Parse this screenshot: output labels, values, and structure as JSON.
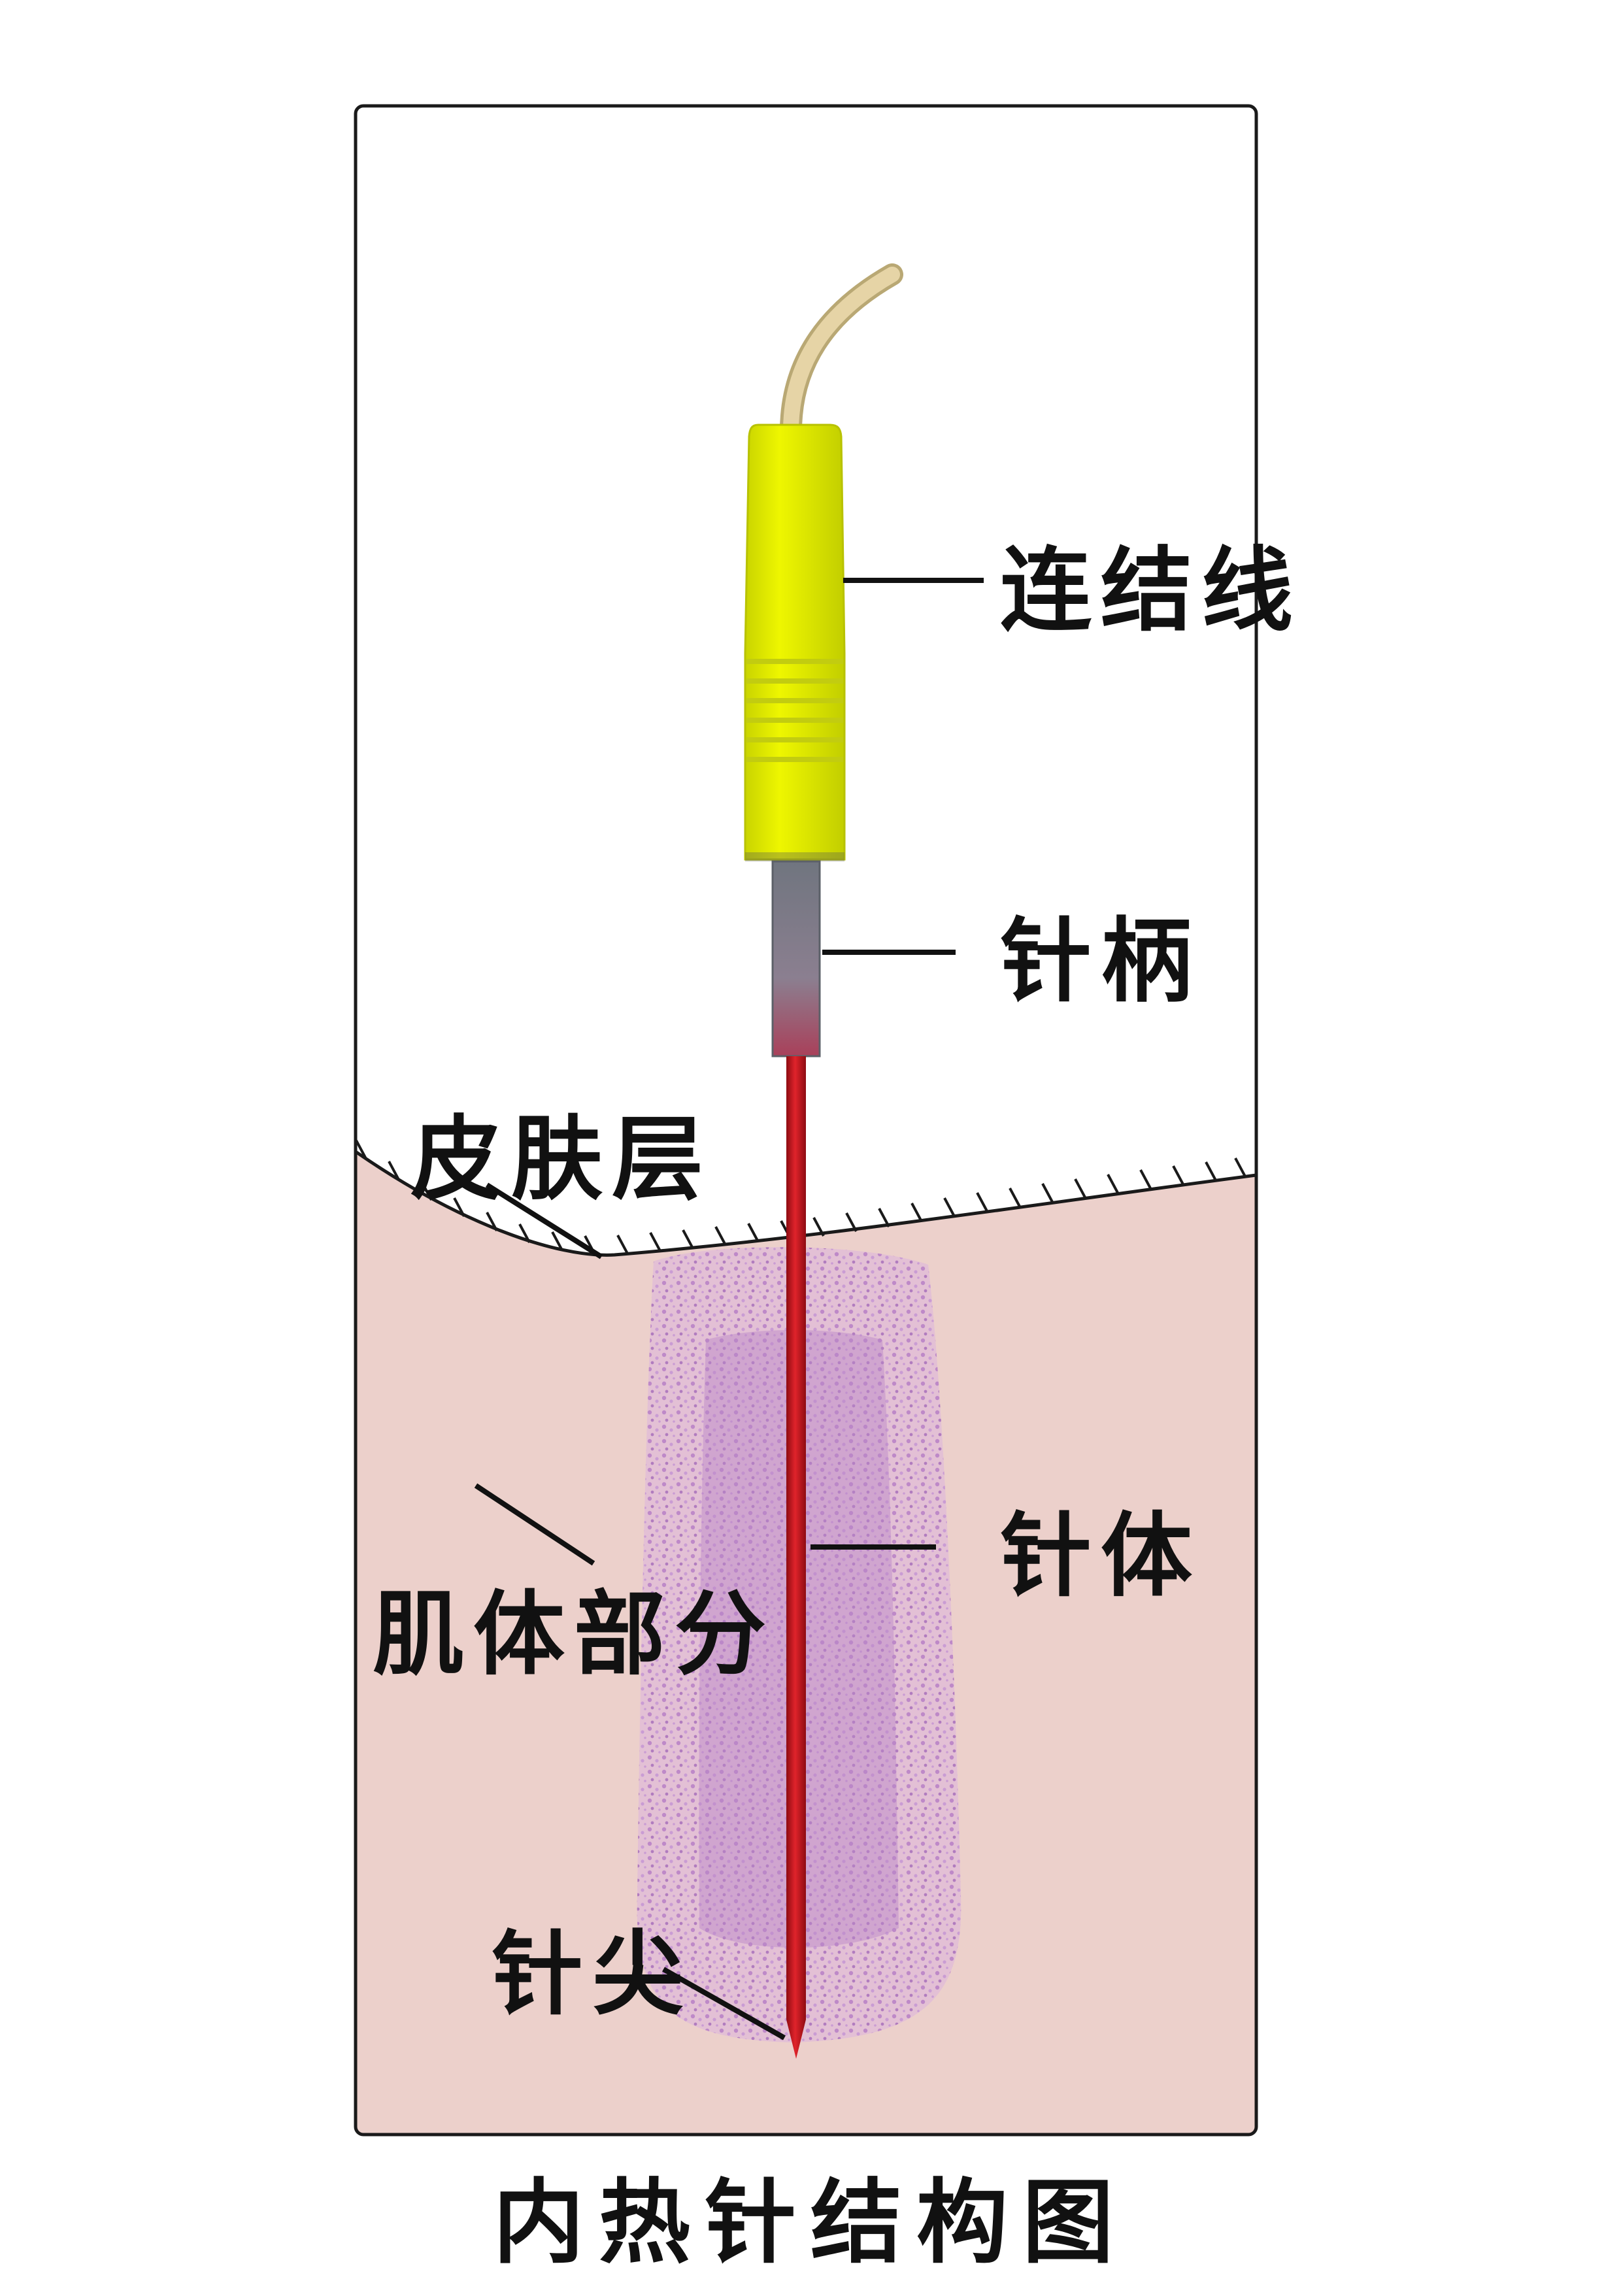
{
  "diagram": {
    "title": "内热针结构图",
    "labels": {
      "cable": "连结线",
      "handle": "针柄",
      "skin": "皮肤层",
      "needle_body": "针体",
      "muscle": "肌体部分",
      "tip": "针尖"
    },
    "colors": {
      "frame": "#1a1a1a",
      "tissue": "#ecd0cb",
      "heat_zone": "#c48fd0",
      "connector": "#e4f200",
      "cable": "#e2cfa0",
      "handle": "#8a8f9a",
      "needle": "#c8161d"
    }
  }
}
